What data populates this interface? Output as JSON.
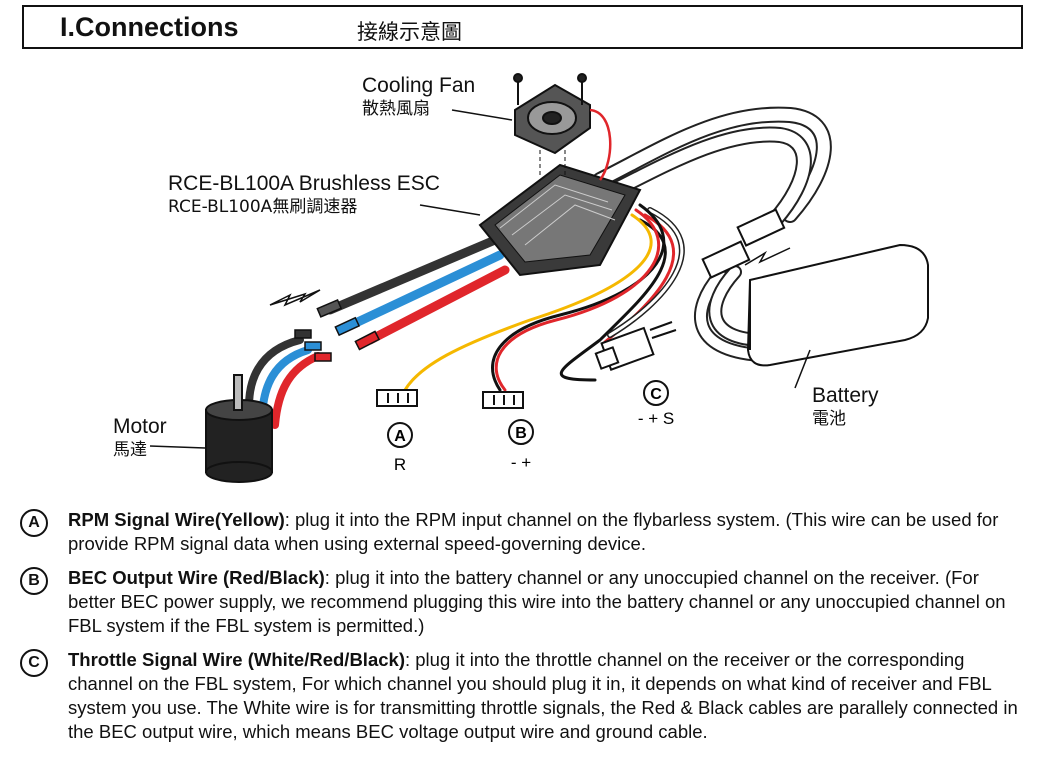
{
  "header": {
    "title": "I.Connections",
    "subtitle": "接線示意圖"
  },
  "diagram": {
    "fan_label": "Cooling Fan",
    "fan_label_cn": "散熱風扇",
    "esc_label": "RCE-BL100A Brushless ESC",
    "esc_label_cn": "RCE-BL100A無刷調速器",
    "motor_label": "Motor",
    "motor_label_cn": "馬達",
    "battery_label": "Battery",
    "battery_label_cn": "電池",
    "conn_a": {
      "badge": "A",
      "pins": "R"
    },
    "conn_b": {
      "badge": "B",
      "pins": "- +"
    },
    "conn_c": {
      "badge": "C",
      "pins": "- + S"
    }
  },
  "notes": [
    {
      "badge": "A",
      "title": "RPM Signal Wire(Yellow)",
      "text": ": plug it into the RPM input channel on the flybarless system. (This wire can be used for provide RPM signal data when using external speed-governing device."
    },
    {
      "badge": "B",
      "title": "BEC Output Wire (Red/Black)",
      "text": ": plug it into the battery channel or any unoccupied channel on the receiver. (For better BEC power supply, we recommend plugging this wire into the battery channel or any unoccupied channel on FBL system if the FBL system is permitted.)"
    },
    {
      "badge": "C",
      "title": "Throttle Signal Wire (White/Red/Black)",
      "text": ": plug it into the throttle channel on the receiver or the corresponding channel on the FBL system, For which channel you should plug it in, it depends on what kind of receiver and FBL system you use. The White wire is for transmitting throttle signals, the Red & Black cables are parallely connected in the BEC output wire, which means BEC voltage output wire and ground cable."
    }
  ],
  "colors": {
    "red": "#e0262b",
    "blue": "#2b8fd6",
    "black": "#333333",
    "yellow": "#f5b800",
    "white_wire": "#ffffff"
  }
}
